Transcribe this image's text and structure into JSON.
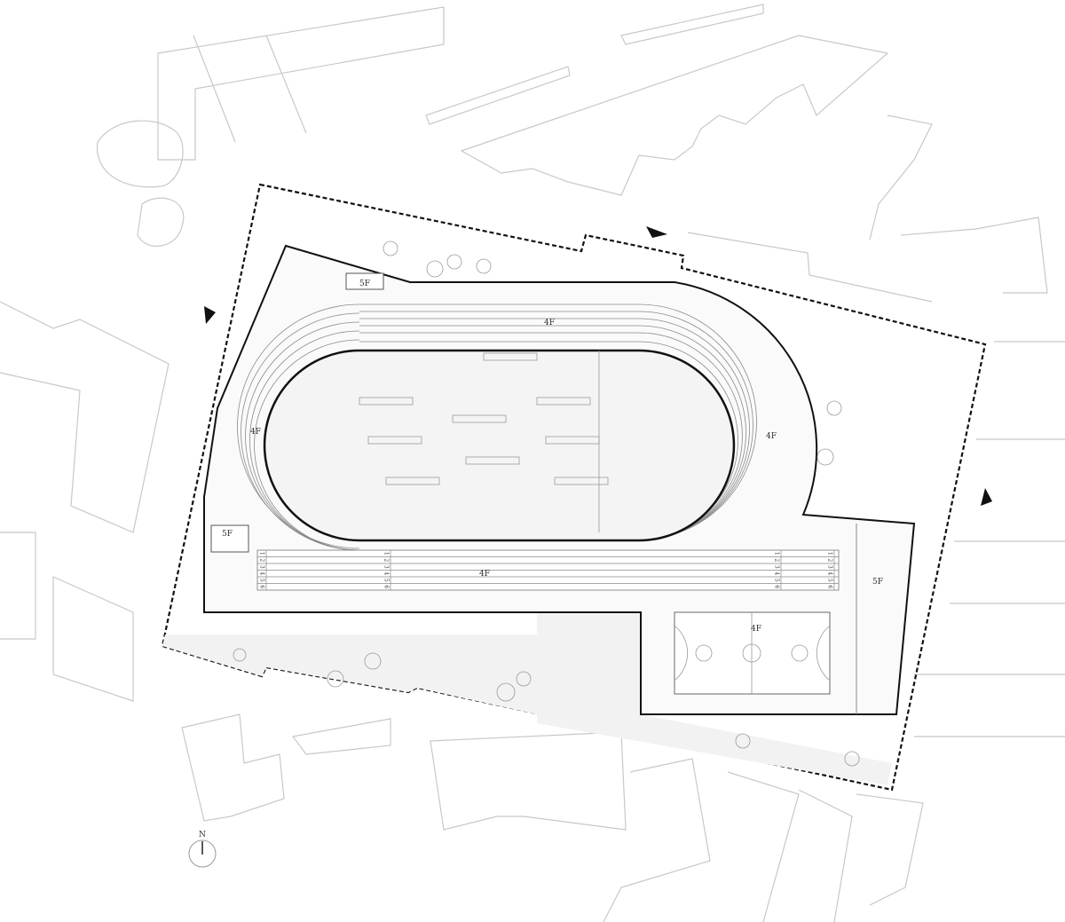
{
  "plan": {
    "floor_labels": {
      "roof_nw": "5F",
      "track_north": "4F",
      "track_west": "4F",
      "track_east": "4F",
      "straight": "4F",
      "court": "4F",
      "block_west": "5F",
      "block_east": "5F"
    },
    "lane_numbers": [
      "1",
      "2",
      "3",
      "4",
      "5",
      "6"
    ],
    "north_label": "N"
  }
}
